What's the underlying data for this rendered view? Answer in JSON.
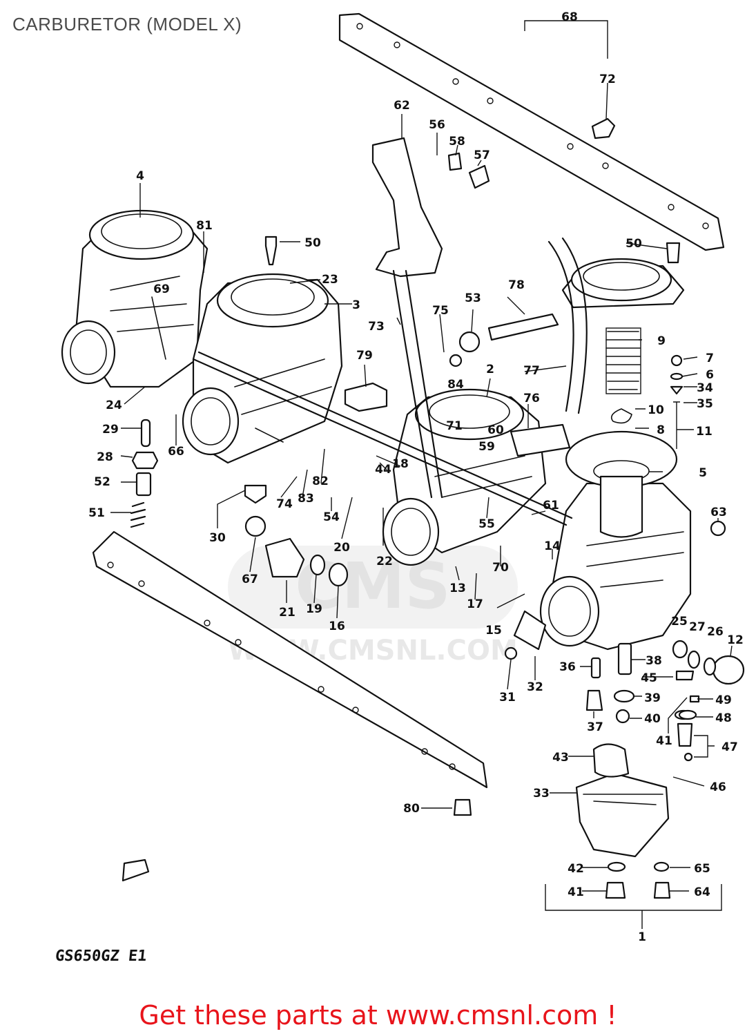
{
  "title": "CARBURETOR (MODEL X)",
  "model_code": "GS650GZ E1",
  "cta": "Get these parts at www.cmsnl.com !",
  "watermark": {
    "logo": "CMS",
    "url": "WWW.CMSNL.COM"
  },
  "colors": {
    "cta": "#e8141b",
    "title": "#4a4a4a",
    "line": "#111111"
  },
  "callouts": [
    "1",
    "2",
    "3",
    "4",
    "5",
    "6",
    "7",
    "8",
    "9",
    "10",
    "11",
    "12",
    "13",
    "14",
    "15",
    "16",
    "17",
    "18",
    "19",
    "20",
    "21",
    "22",
    "23",
    "24",
    "25",
    "26",
    "27",
    "28",
    "29",
    "30",
    "31",
    "32",
    "33",
    "34",
    "35",
    "36",
    "37",
    "38",
    "39",
    "40",
    "41",
    "41",
    "42",
    "43",
    "44",
    "45",
    "46",
    "47",
    "48",
    "49",
    "50",
    "50",
    "51",
    "52",
    "53",
    "54",
    "55",
    "56",
    "57",
    "58",
    "59",
    "60",
    "61",
    "62",
    "63",
    "64",
    "65",
    "66",
    "67",
    "68",
    "69",
    "70",
    "71",
    "72",
    "73",
    "74",
    "75",
    "76",
    "77",
    "78",
    "79",
    "80",
    "81",
    "82",
    "83",
    "84"
  ]
}
